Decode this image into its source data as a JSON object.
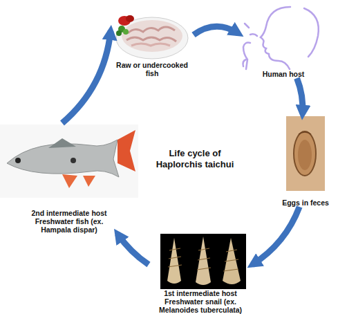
{
  "diagram": {
    "title": "Life cycle of Haplorchis taichui",
    "nodes": [
      {
        "text": [
          "Raw or undercooked fish"
        ]
      },
      {
        "text": [
          "Human host"
        ]
      },
      {
        "text": [
          "Eggs in feces"
        ]
      },
      {
        "text": [
          "1st intermediate host",
          "Freshwater snail (ex. Melanoides tuberculata)"
        ]
      },
      {
        "text": [
          "2nd intermediate host",
          "Freshwater fish (ex. Hampala dispar)"
        ]
      }
    ],
    "edges": [
      {
        "from": 0,
        "to": 1,
        "arrow": "to"
      },
      {
        "from": 1,
        "to": 2,
        "arrow": "to"
      },
      {
        "from": 2,
        "to": 3,
        "arrow": "to"
      },
      {
        "from": 3,
        "to": 4,
        "arrow": "to"
      },
      {
        "from": 4,
        "to": 0,
        "arrow": "to"
      }
    ]
  }
}
